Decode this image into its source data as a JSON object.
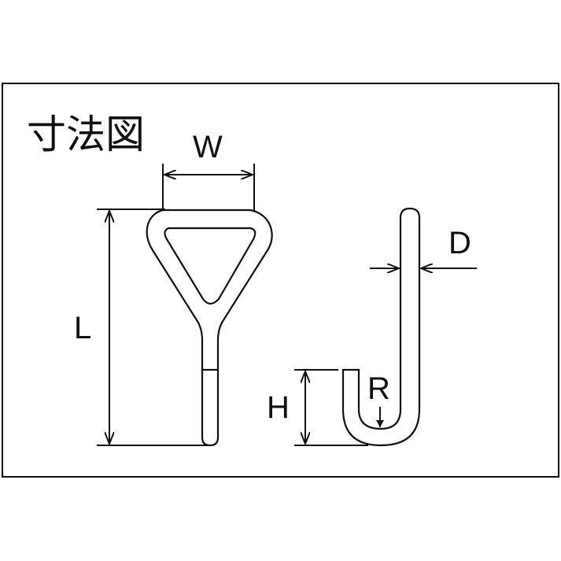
{
  "title": "寸法図",
  "dimensions": {
    "width_label": "W",
    "length_label": "L",
    "diameter_label": "D",
    "height_label": "H",
    "radius_label": "R"
  },
  "colors": {
    "line": "#111111",
    "background": "#ffffff"
  }
}
